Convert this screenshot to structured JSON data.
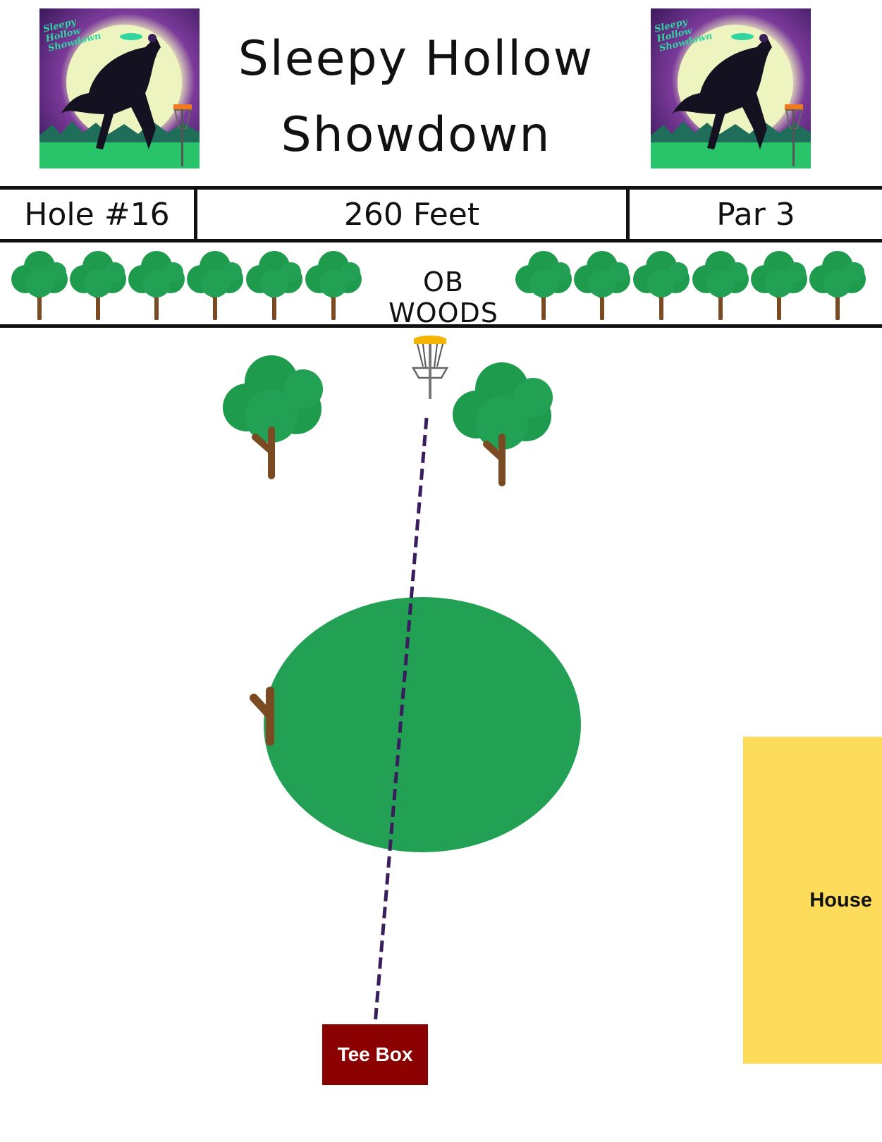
{
  "header": {
    "title_line1": "Sleepy Hollow",
    "title_line2": "Showdown",
    "logo_text": "Sleepy Hollow Showdown"
  },
  "info": {
    "hole": "Hole #16",
    "distance": "260 Feet",
    "par": "Par 3"
  },
  "ob": {
    "label": "OB WOODS",
    "tree_icon": "tree-icon"
  },
  "map": {
    "obstacles": [
      "tree-icon",
      "tree-icon",
      "green-mound"
    ],
    "target_icon": "disc-golf-basket-icon",
    "house_label": "House",
    "tee_label": "Tee Box"
  },
  "colors": {
    "tree_green": "#1f9b4e",
    "tree_trunk": "#7a4a22",
    "mound": "#22a155",
    "flight_line": "#3a1d5c",
    "house": "#fddc5c",
    "tee_box": "#8b0000",
    "logo_purple": "#3d1a5e",
    "logo_moon": "#f3f6c2",
    "logo_grass": "#29c46a"
  }
}
